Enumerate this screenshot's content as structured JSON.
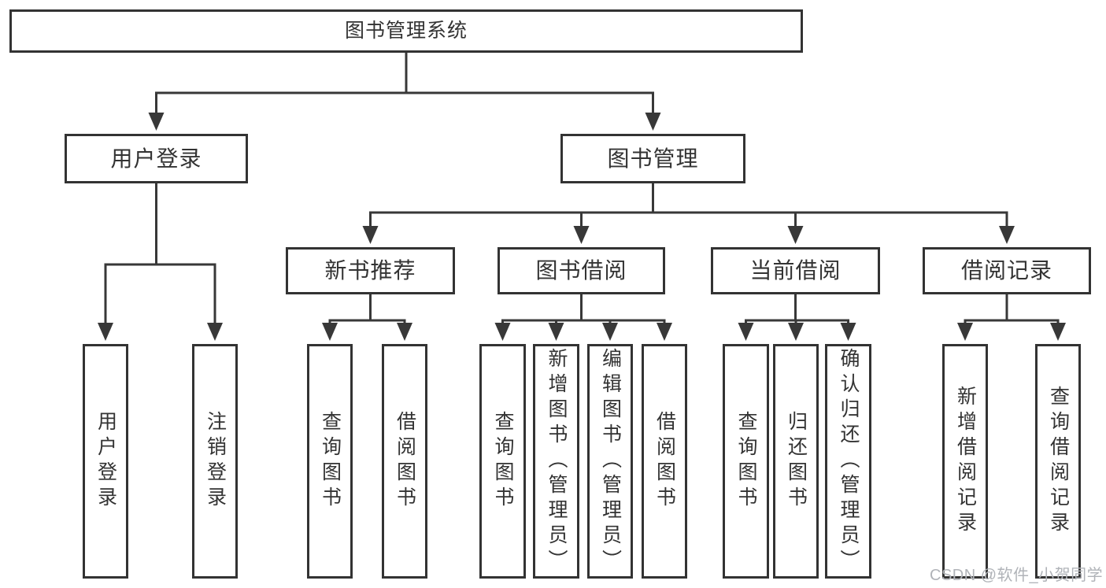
{
  "diagram": {
    "title": "图书管理系统",
    "nodes": [
      {
        "id": "system",
        "label": "图书管理系统",
        "children": [
          "user-login",
          "book-management"
        ]
      },
      {
        "id": "user-login",
        "label": "用户登录",
        "children": [
          "user-login-leaf",
          "logout"
        ]
      },
      {
        "id": "book-management",
        "label": "图书管理",
        "children": [
          "new-book-recommend",
          "book-borrowing",
          "current-borrowing",
          "borrowing-records"
        ]
      },
      {
        "id": "new-book-recommend",
        "label": "新书推荐",
        "children": [
          "query-books-recommend",
          "borrow-books-recommend"
        ]
      },
      {
        "id": "book-borrowing",
        "label": "图书借阅",
        "children": [
          "query-books-borrow",
          "add-books-admin",
          "edit-books-admin",
          "borrow-books-main"
        ]
      },
      {
        "id": "current-borrowing",
        "label": "当前借阅",
        "children": [
          "query-books-current",
          "return-books",
          "confirm-return-admin"
        ]
      },
      {
        "id": "borrowing-records",
        "label": "借阅记录",
        "children": [
          "add-borrow-record",
          "query-borrow-record"
        ]
      },
      {
        "id": "user-login-leaf",
        "label": "用户登录",
        "children": []
      },
      {
        "id": "logout",
        "label": "注销登录",
        "children": []
      },
      {
        "id": "query-books-recommend",
        "label": "查询图书",
        "children": []
      },
      {
        "id": "borrow-books-recommend",
        "label": "借阅图书",
        "children": []
      },
      {
        "id": "query-books-borrow",
        "label": "查询图书",
        "children": []
      },
      {
        "id": "add-books-admin",
        "label": "新增图书（管理员）",
        "children": []
      },
      {
        "id": "edit-books-admin",
        "label": "编辑图书（管理员）",
        "children": []
      },
      {
        "id": "borrow-books-main",
        "label": "借阅图书",
        "children": []
      },
      {
        "id": "query-books-current",
        "label": "查询图书",
        "children": []
      },
      {
        "id": "return-books",
        "label": "归还图书",
        "children": []
      },
      {
        "id": "confirm-return-admin",
        "label": "确认归还（管理员）",
        "children": []
      },
      {
        "id": "add-borrow-record",
        "label": "新增借阅记录",
        "children": []
      },
      {
        "id": "query-borrow-record",
        "label": "查询借阅记录",
        "children": []
      }
    ]
  },
  "watermark": {
    "text": "CSDN @软件_小贺同学"
  },
  "colors": {
    "line": "#383838",
    "box_border": "#333333",
    "text": "#333333",
    "watermark": "#b0b3b8",
    "background": "#ffffff"
  }
}
